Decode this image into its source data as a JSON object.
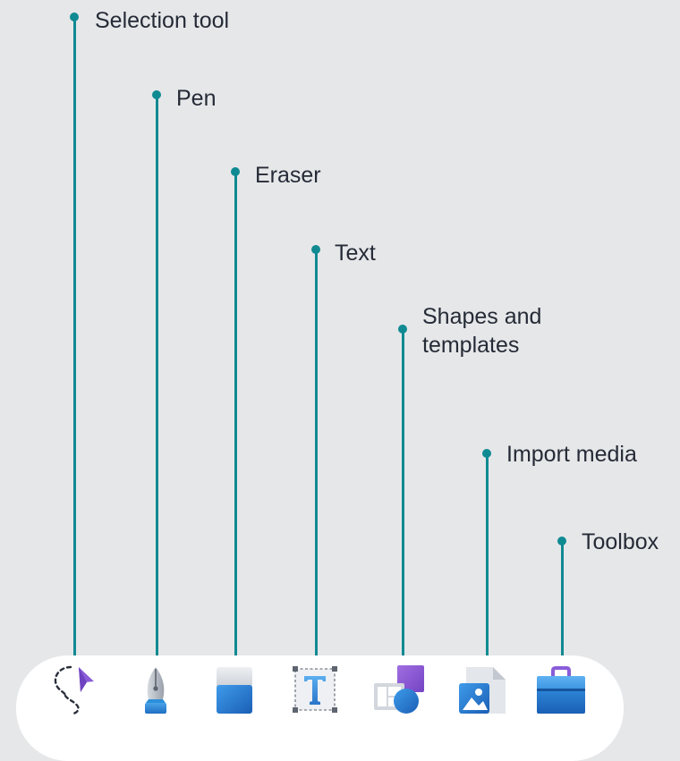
{
  "callouts": [
    {
      "id": "selection",
      "label": "Selection tool"
    },
    {
      "id": "pen",
      "label": "Pen"
    },
    {
      "id": "eraser",
      "label": "Eraser"
    },
    {
      "id": "text",
      "label": "Text"
    },
    {
      "id": "shapes",
      "label": "Shapes and\ntemplates"
    },
    {
      "id": "media",
      "label": "Import media"
    },
    {
      "id": "toolbox",
      "label": "Toolbox"
    }
  ],
  "toolbar": {
    "tools": [
      {
        "id": "selection",
        "icon": "lasso-select-icon"
      },
      {
        "id": "pen",
        "icon": "fountain-pen-icon"
      },
      {
        "id": "eraser",
        "icon": "eraser-icon"
      },
      {
        "id": "text",
        "icon": "text-box-icon"
      },
      {
        "id": "shapes",
        "icon": "shapes-templates-icon"
      },
      {
        "id": "media",
        "icon": "image-file-icon"
      },
      {
        "id": "toolbox",
        "icon": "toolbox-icon"
      }
    ]
  },
  "colors": {
    "accent": "#0f8a92",
    "background": "#e6e7e9",
    "toolbar": "#ffffff",
    "text": "#252b36"
  }
}
